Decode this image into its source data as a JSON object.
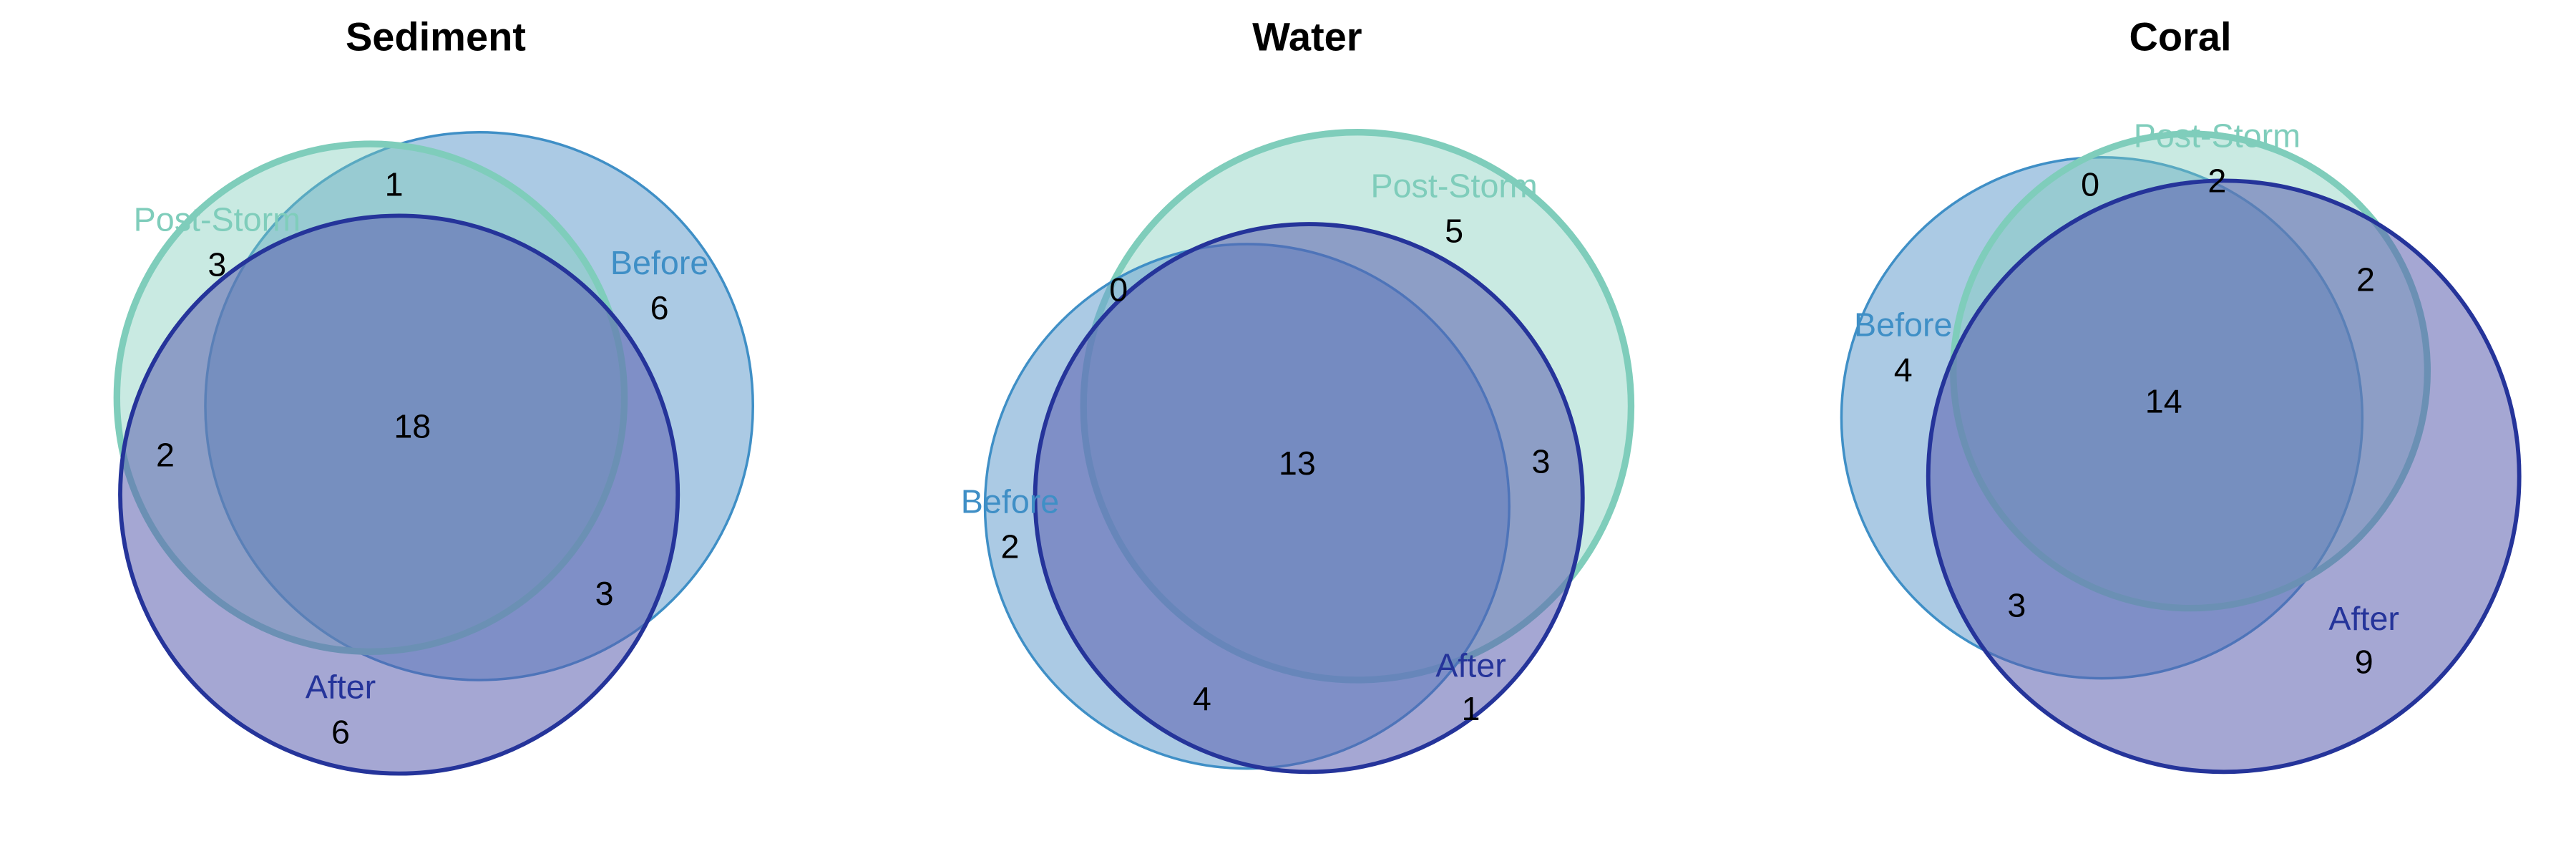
{
  "colors": {
    "post_storm": "#7fcdbb",
    "before": "#3f8fc6",
    "after": "#25349a",
    "before_fill": "#6fa4d1",
    "after_fill": "#5b5fae"
  },
  "panels": [
    {
      "title": "Sediment",
      "labels": {
        "post_storm": "Post-Storm",
        "before": "Before",
        "after": "After"
      },
      "regions": {
        "only_post_storm": "3",
        "only_before": "6",
        "only_after": "6",
        "post_storm_before": "1",
        "post_storm_after": "2",
        "before_after": "3",
        "all_three": "18"
      }
    },
    {
      "title": "Water",
      "labels": {
        "post_storm": "Post-Storm",
        "before": "Before",
        "after": "After"
      },
      "regions": {
        "only_post_storm": "5",
        "only_before": "2",
        "only_after": "1",
        "post_storm_before": "0",
        "post_storm_after": "3",
        "before_after": "4",
        "all_three": "13"
      }
    },
    {
      "title": "Coral",
      "labels": {
        "post_storm": "Post-Storm",
        "before": "Before",
        "after": "After"
      },
      "regions": {
        "only_post_storm": "2",
        "only_before": "4",
        "only_after": "9",
        "post_storm_before": "0",
        "post_storm_after": "2",
        "before_after": "3",
        "all_three": "14"
      }
    }
  ]
}
